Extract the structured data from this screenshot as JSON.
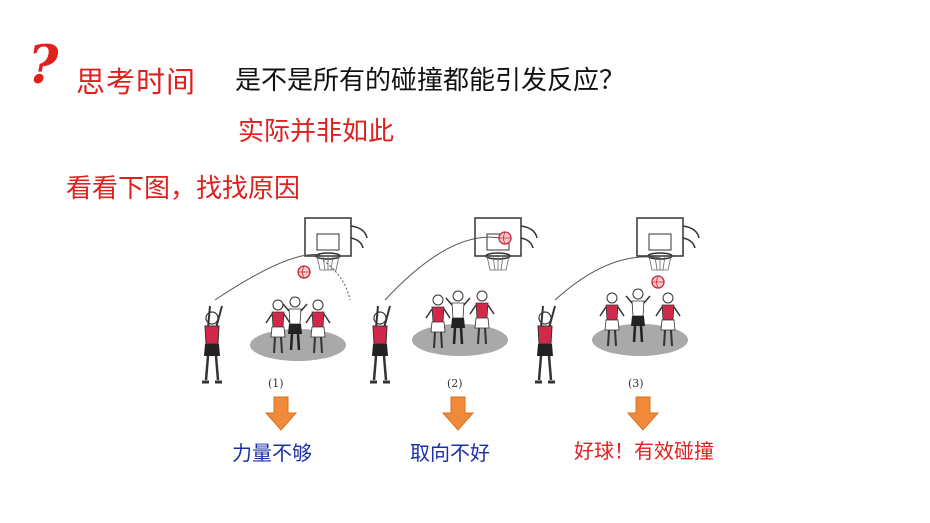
{
  "header": {
    "question_mark": "?",
    "think_label": "思考时间",
    "question": "是不是所有的碰撞都能引发反应？",
    "answer": "实际并非如此",
    "look_prompt": "看看下图，找找原因"
  },
  "panels": [
    {
      "number": "(1)",
      "caption": "力量不够",
      "caption_color": "#1a2fa8"
    },
    {
      "number": "(2)",
      "caption": "取向不好",
      "caption_color": "#1a2fa8"
    },
    {
      "number": "(3)",
      "caption": "好球！有效碰撞",
      "caption_color": "#e0201f"
    }
  ],
  "colors": {
    "title_red": "#e0201f",
    "question_black": "#111111",
    "arrow_orange": "#f08a3a",
    "jersey_red": "#d2294a"
  },
  "icons": [
    "question-mark-icon",
    "down-arrow-icon",
    "basketball-hoop-icon",
    "basketball-icon"
  ]
}
